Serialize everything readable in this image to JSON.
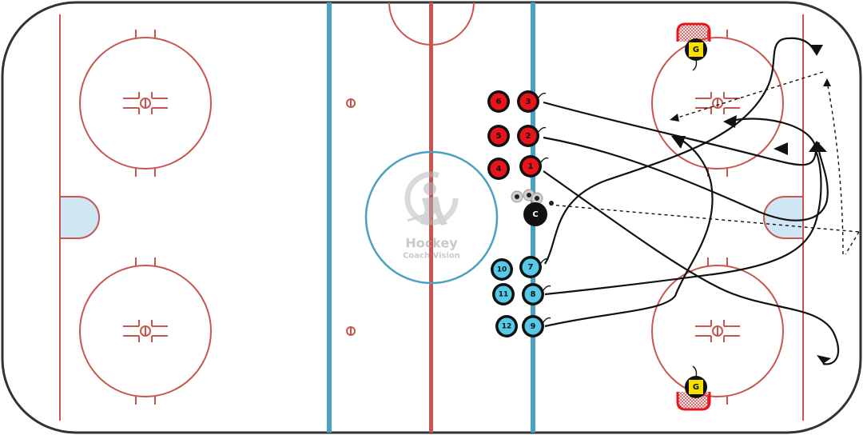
{
  "watermark": {
    "line1": "Hockey",
    "line2": "Coach Vision"
  },
  "colors": {
    "red_team": "#e8141c",
    "blue_team": "#56c8e8",
    "coach": "#111111",
    "goalie": "#f5e000",
    "rink_red": "#c8554f",
    "rink_blue": "#4aa0c0"
  },
  "red_players": [
    {
      "id": "red-6",
      "label": "6"
    },
    {
      "id": "red-3",
      "label": "3"
    },
    {
      "id": "red-5",
      "label": "5"
    },
    {
      "id": "red-2",
      "label": "2"
    },
    {
      "id": "red-4",
      "label": "4"
    },
    {
      "id": "red-1",
      "label": "1"
    }
  ],
  "blue_players": [
    {
      "id": "blue-10",
      "label": "10"
    },
    {
      "id": "blue-7",
      "label": "7"
    },
    {
      "id": "blue-11",
      "label": "11"
    },
    {
      "id": "blue-8",
      "label": "8"
    },
    {
      "id": "blue-12",
      "label": "12"
    },
    {
      "id": "blue-9",
      "label": "9"
    }
  ],
  "coach": {
    "label": "C"
  },
  "goalies": [
    {
      "id": "goalie-top",
      "label": "G"
    },
    {
      "id": "goalie-bottom",
      "label": "G"
    }
  ]
}
